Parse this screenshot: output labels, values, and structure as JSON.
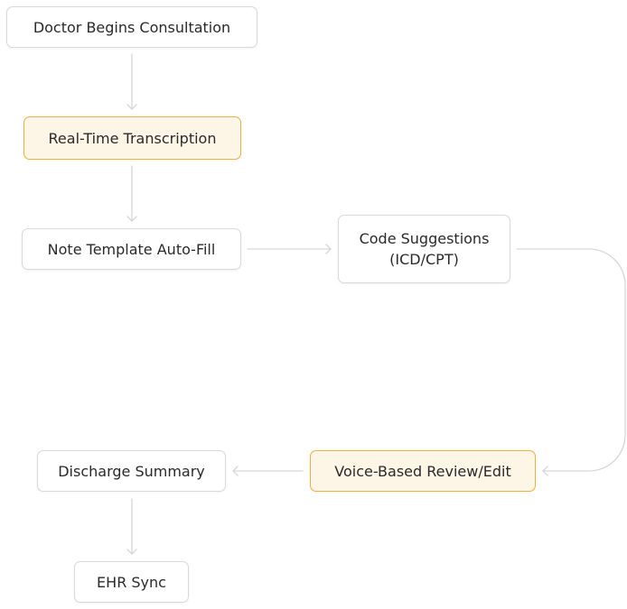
{
  "diagram": {
    "nodes": [
      {
        "id": "doctor",
        "lines": [
          "Doctor Begins Consultation"
        ],
        "highlight": false
      },
      {
        "id": "realtime",
        "lines": [
          "Real-Time Transcription"
        ],
        "highlight": true
      },
      {
        "id": "template",
        "lines": [
          "Note Template Auto-Fill"
        ],
        "highlight": false
      },
      {
        "id": "code",
        "lines": [
          "Code Suggestions",
          "(ICD/CPT)"
        ],
        "highlight": false
      },
      {
        "id": "voice",
        "lines": [
          "Voice-Based Review/Edit"
        ],
        "highlight": true
      },
      {
        "id": "discharge",
        "lines": [
          "Discharge Summary"
        ],
        "highlight": false
      },
      {
        "id": "ehr",
        "lines": [
          "EHR Sync"
        ],
        "highlight": false
      }
    ],
    "edges": [
      {
        "from": "doctor",
        "to": "realtime"
      },
      {
        "from": "realtime",
        "to": "template"
      },
      {
        "from": "template",
        "to": "code"
      },
      {
        "from": "code",
        "to": "voice"
      },
      {
        "from": "voice",
        "to": "discharge"
      },
      {
        "from": "discharge",
        "to": "ehr"
      }
    ],
    "colors": {
      "node_border": "#d9d9d9",
      "highlight_fill": "#fdf5e6",
      "highlight_border": "#f0b03e",
      "edge": "#d6d6d6",
      "text": "#2a2a2a"
    }
  }
}
